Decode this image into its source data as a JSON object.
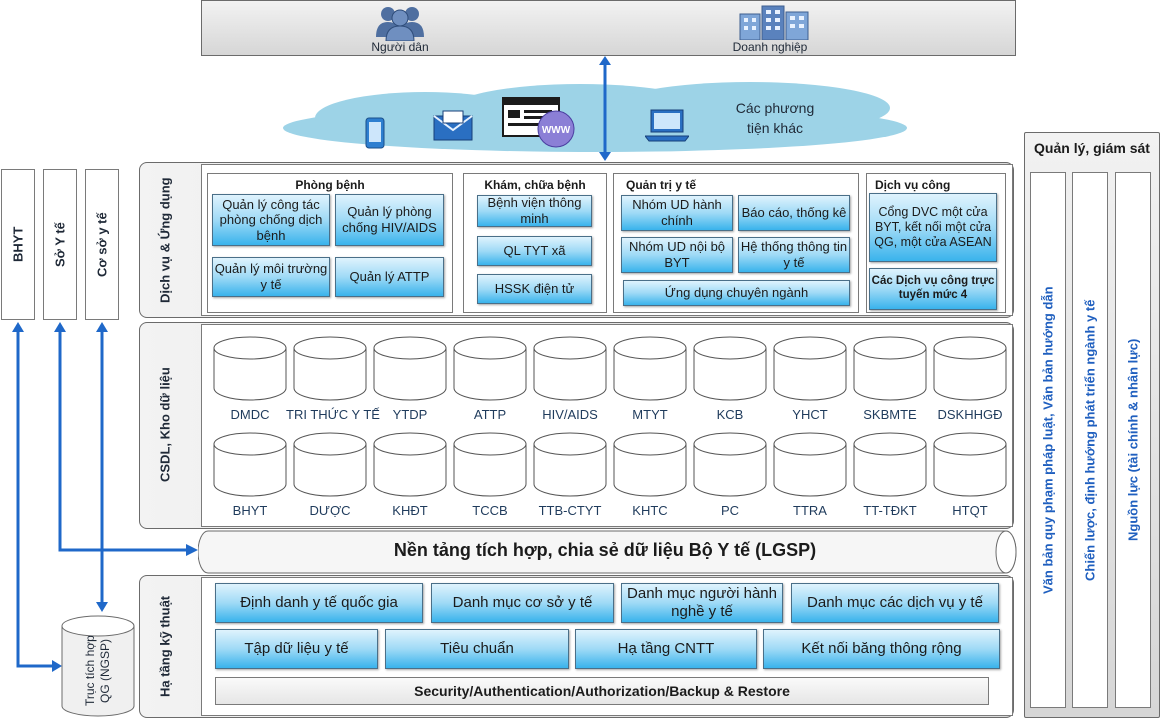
{
  "top": {
    "citizen": "Người dân",
    "business": "Doanh nghiệp"
  },
  "cloud": {
    "other_means": "Các phương tiện khác"
  },
  "side": {
    "bhyt": "BHYT",
    "so_y_te": "Sở Y tế",
    "co_so_y_te": "Cơ sở y tế"
  },
  "apps": {
    "section_label": "Dịch vụ & Ứng dụng",
    "prevention": {
      "title": "Phòng bệnh",
      "items": [
        "Quản lý công tác phòng chống dịch bệnh",
        "Quản lý phòng chống HIV/AIDS",
        "Quản lý môi trường y tế",
        "Quản lý ATTP"
      ]
    },
    "treatment": {
      "title": "Khám, chữa bệnh",
      "items": [
        "Bệnh viện thông minh",
        "QL TYT xã",
        "HSSK điện tử"
      ]
    },
    "admin": {
      "title": "Quản trị y tế",
      "items": [
        "Nhóm UD hành chính",
        "Báo cáo, thống kê",
        "Nhóm UD nội bộ BYT",
        "Hệ thống thông tin y tế",
        "Ứng dụng chuyên ngành"
      ]
    },
    "public": {
      "title": "Dịch vụ công",
      "items": [
        "Cổng DVC một cửa BYT, kết nối một cửa QG, một cửa ASEAN",
        "Các Dịch vụ công trực tuyến mức 4"
      ]
    }
  },
  "db": {
    "section_label": "CSDL, Kho dữ liệu",
    "row1": [
      "DMDC",
      "TRI THỨC Y TẾ",
      "YTDP",
      "ATTP",
      "HIV/AIDS",
      "MTYT",
      "KCB",
      "YHCT",
      "SKBMTE",
      "DSKHHGĐ"
    ],
    "row2": [
      "BHYT",
      "DƯỢC",
      "KHĐT",
      "TCCB",
      "TTB-CTYT",
      "KHTC",
      "PC",
      "TTRA",
      "TT-TĐKT",
      "HTQT"
    ]
  },
  "lgsp": {
    "label": "Nền tảng tích hợp, chia sẻ dữ liệu Bộ Y tế (LGSP)"
  },
  "infra": {
    "section_label": "Hạ tầng kỹ thuật",
    "row1": [
      "Định danh y tế quốc gia",
      "Danh mục cơ sở y tế",
      "Danh mục người hành nghề y tế",
      "Danh mục các dịch vụ y tế"
    ],
    "row2": [
      "Tập dữ liệu y tế",
      "Tiêu chuẩn",
      "Hạ tầng CNTT",
      "Kết nối băng thông rộng"
    ],
    "security": "Security/Authentication/Authorization/Backup & Restore"
  },
  "ngsp": {
    "label": "Trục tích hợp QG (NGSP)"
  },
  "governance": {
    "title": "Quản lý, giám sát",
    "columns": [
      "Văn bản quy phạm pháp luật, Văn bản hướng dẫn",
      "Chiến lược, định hướng phát triển ngành y tế",
      "Nguồn lực (tài chính & nhân lực)"
    ]
  }
}
